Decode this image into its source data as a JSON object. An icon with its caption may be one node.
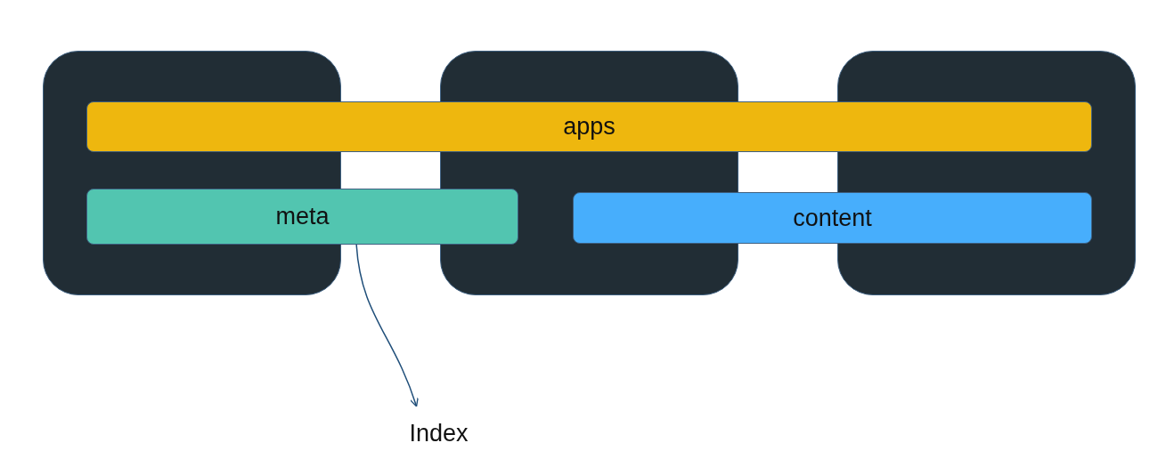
{
  "diagram": {
    "nodes": [
      {
        "text": [],
        "shape": "box"
      },
      {
        "text": [],
        "shape": "box"
      },
      {
        "text": [],
        "shape": "box"
      },
      {
        "text": [
          "apps"
        ]
      },
      {
        "text": [
          "meta"
        ]
      },
      {
        "text": [
          "content"
        ]
      },
      {
        "text": [
          "Index"
        ]
      }
    ],
    "edges": [
      {
        "from": 4,
        "to": 6,
        "arrow": "to"
      }
    ]
  }
}
